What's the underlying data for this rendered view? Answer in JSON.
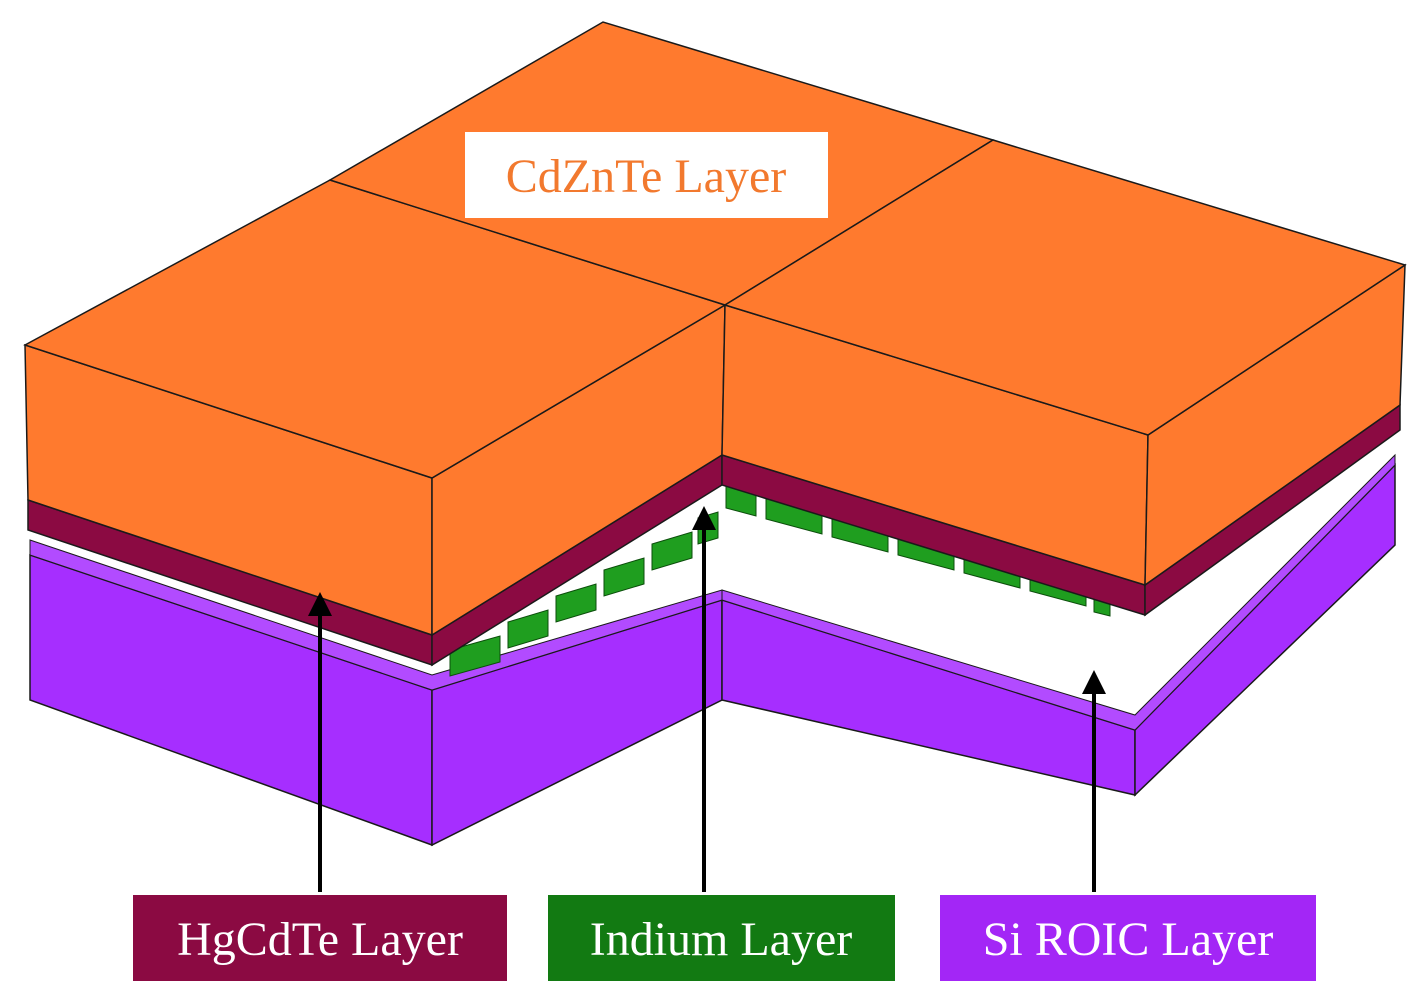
{
  "labels": {
    "top": "CdZnTe Layer",
    "hgcdte": "HgCdTe Layer",
    "indium": "Indium Layer",
    "si_roic": "Si ROIC Layer"
  },
  "colors": {
    "cdznte": "#FF7A2E",
    "cdznte_text": "#F2792E",
    "hgcdte": "#8B0A42",
    "indium": "#1F9E1F",
    "indium_label": "#127A12",
    "si_roic": "#A62EFF",
    "si_roic_label": "#A326F6",
    "edge": "#1a1a1a",
    "arrow": "#000000",
    "white": "#ffffff"
  }
}
